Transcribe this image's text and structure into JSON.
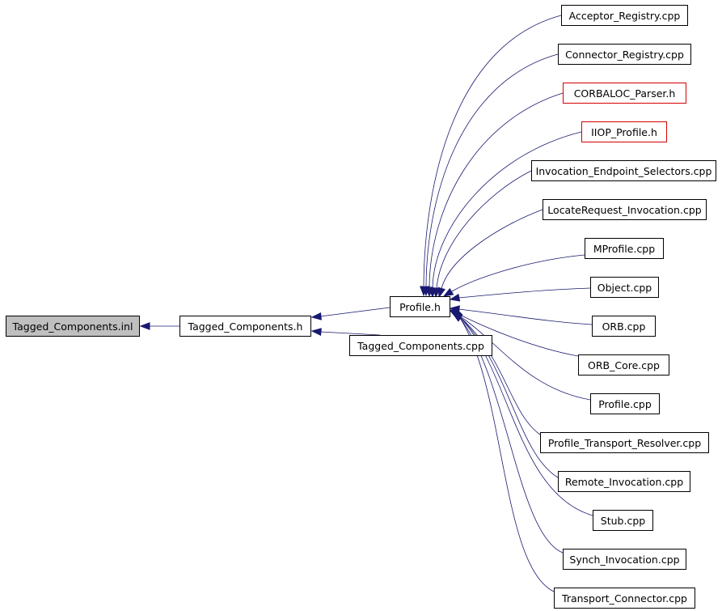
{
  "colors": {
    "edge": "#191970",
    "border": "#000000",
    "border_incomplete": "#d40000",
    "root_fill": "#bfbfbf"
  },
  "nodes": {
    "tagged_components_inl": {
      "label": "Tagged_Components.inl"
    },
    "tagged_components_h": {
      "label": "Tagged_Components.h"
    },
    "tagged_components_cpp": {
      "label": "Tagged_Components.cpp"
    },
    "profile_h": {
      "label": "Profile.h"
    },
    "acceptor_registry": {
      "label": "Acceptor_Registry.cpp"
    },
    "connector_registry": {
      "label": "Connector_Registry.cpp"
    },
    "corbaloc_parser": {
      "label": "CORBALOC_Parser.h"
    },
    "iiop_profile": {
      "label": "IIOP_Profile.h"
    },
    "invocation_endpoint_selectors": {
      "label": "Invocation_Endpoint_Selectors.cpp"
    },
    "locaterequest_invocation": {
      "label": "LocateRequest_Invocation.cpp"
    },
    "mprofile": {
      "label": "MProfile.cpp"
    },
    "object": {
      "label": "Object.cpp"
    },
    "orb": {
      "label": "ORB.cpp"
    },
    "orb_core": {
      "label": "ORB_Core.cpp"
    },
    "profile_cpp": {
      "label": "Profile.cpp"
    },
    "profile_transport_resolver": {
      "label": "Profile_Transport_Resolver.cpp"
    },
    "remote_invocation": {
      "label": "Remote_Invocation.cpp"
    },
    "stub": {
      "label": "Stub.cpp"
    },
    "synch_invocation": {
      "label": "Synch_Invocation.cpp"
    },
    "transport_connector": {
      "label": "Transport_Connector.cpp"
    }
  }
}
